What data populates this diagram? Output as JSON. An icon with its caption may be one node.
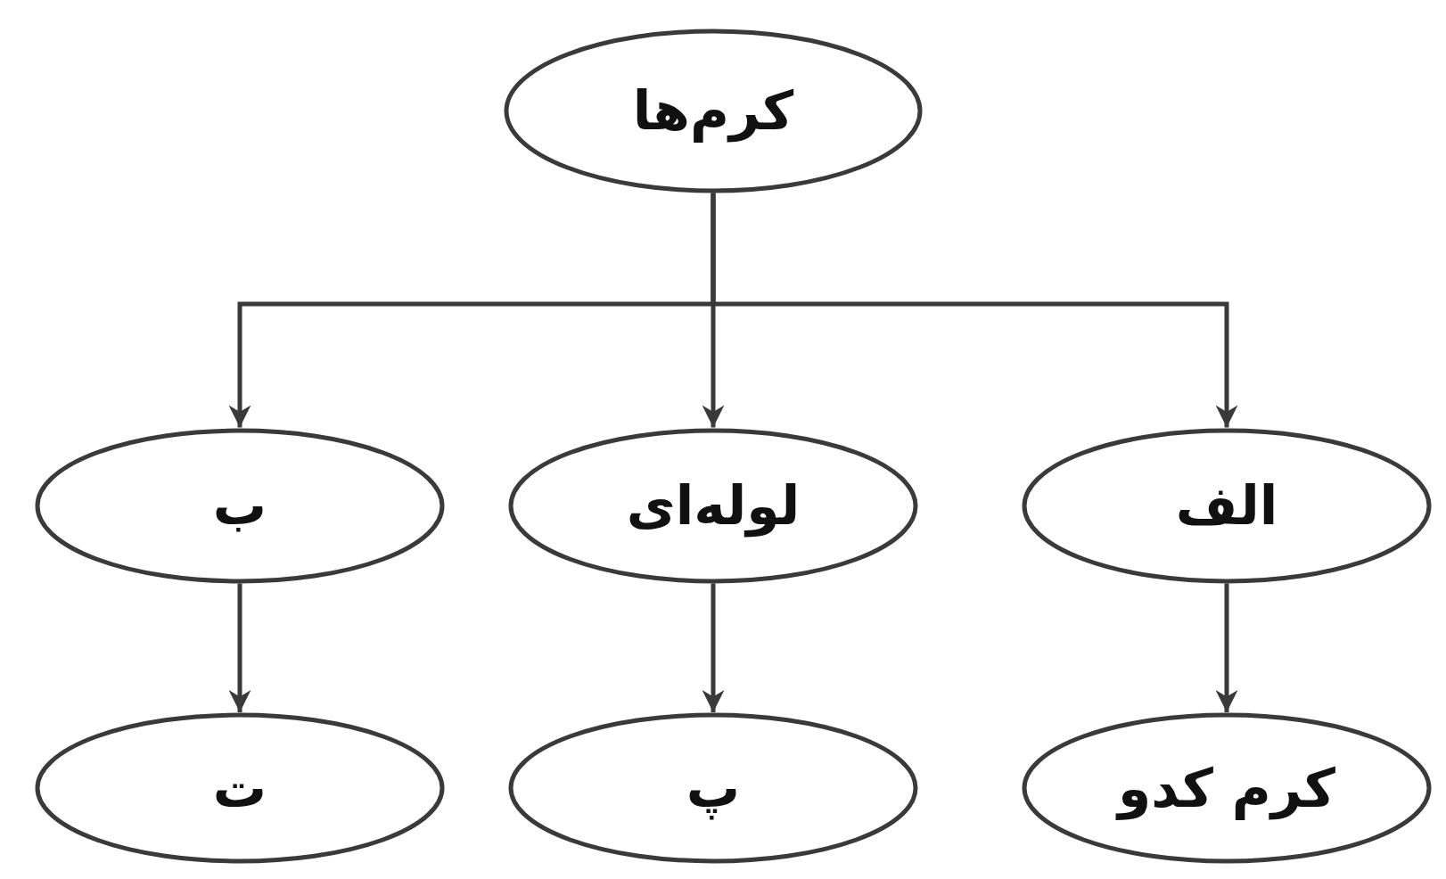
{
  "diagram": {
    "nodes": [
      {
        "text": [
          "کرم‌ها"
        ]
      },
      {
        "text": [
          "الف"
        ]
      },
      {
        "text": [
          "لوله‌ای"
        ]
      },
      {
        "text": [
          "ب"
        ]
      },
      {
        "text": [
          "کرم کدو"
        ]
      },
      {
        "text": [
          "پ"
        ]
      },
      {
        "text": [
          "ت"
        ]
      }
    ],
    "edges": [
      {
        "from": 0,
        "to": 1,
        "arrow": "to"
      },
      {
        "from": 0,
        "to": 2,
        "arrow": "to"
      },
      {
        "from": 0,
        "to": 3,
        "arrow": "to"
      },
      {
        "from": 1,
        "to": 4,
        "arrow": "to"
      },
      {
        "from": 2,
        "to": 5,
        "arrow": "to"
      },
      {
        "from": 3,
        "to": 6,
        "arrow": "to"
      }
    ]
  }
}
